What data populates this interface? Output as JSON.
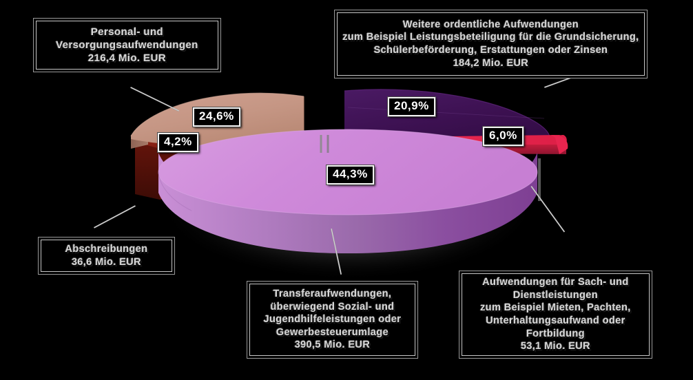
{
  "chart_data": {
    "type": "pie",
    "title": "",
    "subtitle": "",
    "xlabel": "",
    "ylabel": "",
    "legend_position": "callout-boxes",
    "grid": false,
    "unit": "Mio. EUR",
    "categories": [
      "Transferaufwendungen, überwiegend Sozial- und Jugendhilfeleistungen oder Gewerbesteuerumlage",
      "Personal- und Versorgungsaufwendungen",
      "Weitere ordentliche Aufwendungen zum Beispiel Leistungsbeteiligung für die Grundsicherung, Schülerbeförderung, Erstattungen oder Zinsen",
      "Aufwendungen für Sach- und Dienstleistungen zum Beispiel Mieten, Pachten, Unterhaltungsaufwand oder Fortbildung",
      "Abschreibungen"
    ],
    "values": [
      390.5,
      216.4,
      184.2,
      53.1,
      36.6
    ],
    "percentages": [
      44.3,
      24.6,
      20.9,
      6.0,
      4.2
    ],
    "percent_labels": [
      "44,3%",
      "24,6%",
      "20,9%",
      "6,0%",
      "4,2%"
    ],
    "value_labels": [
      "390,5 Mio. EUR",
      "216,4 Mio. EUR",
      "184,2 Mio. EUR",
      "53,1 Mio. EUR",
      "36,6 Mio. EUR"
    ],
    "colors": [
      "#cf8ada",
      "#c59684",
      "#3d1152",
      "#e8254f",
      "#7c1b10"
    ]
  },
  "colors": {
    "background": "#000000",
    "slice_transfer": "#cf8ada",
    "slice_transfer_side": "#8b4fa0",
    "slice_personal": "#c59684",
    "slice_personal_side": "#8e6354",
    "slice_weitere": "#3d1152",
    "slice_weitere_side": "#2a0b39",
    "slice_sach": "#e8254f",
    "slice_sach_side": "#9c1836",
    "slice_abschreibungen": "#7c1b10",
    "slice_abschreibungen_side": "#4e1009",
    "box_border_outer": "#9a9a9a",
    "box_border_inner": "#c8c8c8",
    "label_text": "#d8d8d8",
    "pct_text": "#ffffff",
    "pct_border": "#f2f2f2",
    "leader_line": "#e6e6e6"
  },
  "callouts": {
    "personal": {
      "lines": [
        "Personal- und",
        "Versorgungsaufwendungen",
        "216,4 Mio. EUR"
      ]
    },
    "weitere": {
      "lines": [
        "Weitere ordentliche Aufwendungen",
        "zum Beispiel Leistungsbeteiligung  für die Grundsicherung,",
        "Schülerbeförderung,  Erstattungen  oder Zinsen",
        "184,2 Mio. EUR"
      ]
    },
    "abschreibungen": {
      "lines": [
        "Abschreibungen",
        "36,6 Mio. EUR"
      ]
    },
    "transfer": {
      "lines": [
        "Transferaufwendungen,",
        "überwiegend  Sozial- und",
        "Jugendhilfeleistungen  oder",
        "Gewerbesteuerumlage",
        "390,5 Mio. EUR"
      ]
    },
    "sach": {
      "lines": [
        "Aufwendungen  für Sach- und",
        "Dienstleistungen",
        "zum Beispiel Mieten,  Pachten,",
        "Unterhaltungsaufwand  oder",
        "Fortbildung",
        "53,1 Mio. EUR"
      ]
    }
  },
  "percent_labels": {
    "personal": "24,6%",
    "abschreibungen": "4,2%",
    "weitere": "20,9%",
    "sach": "6,0%",
    "transfer": "44,3%"
  }
}
